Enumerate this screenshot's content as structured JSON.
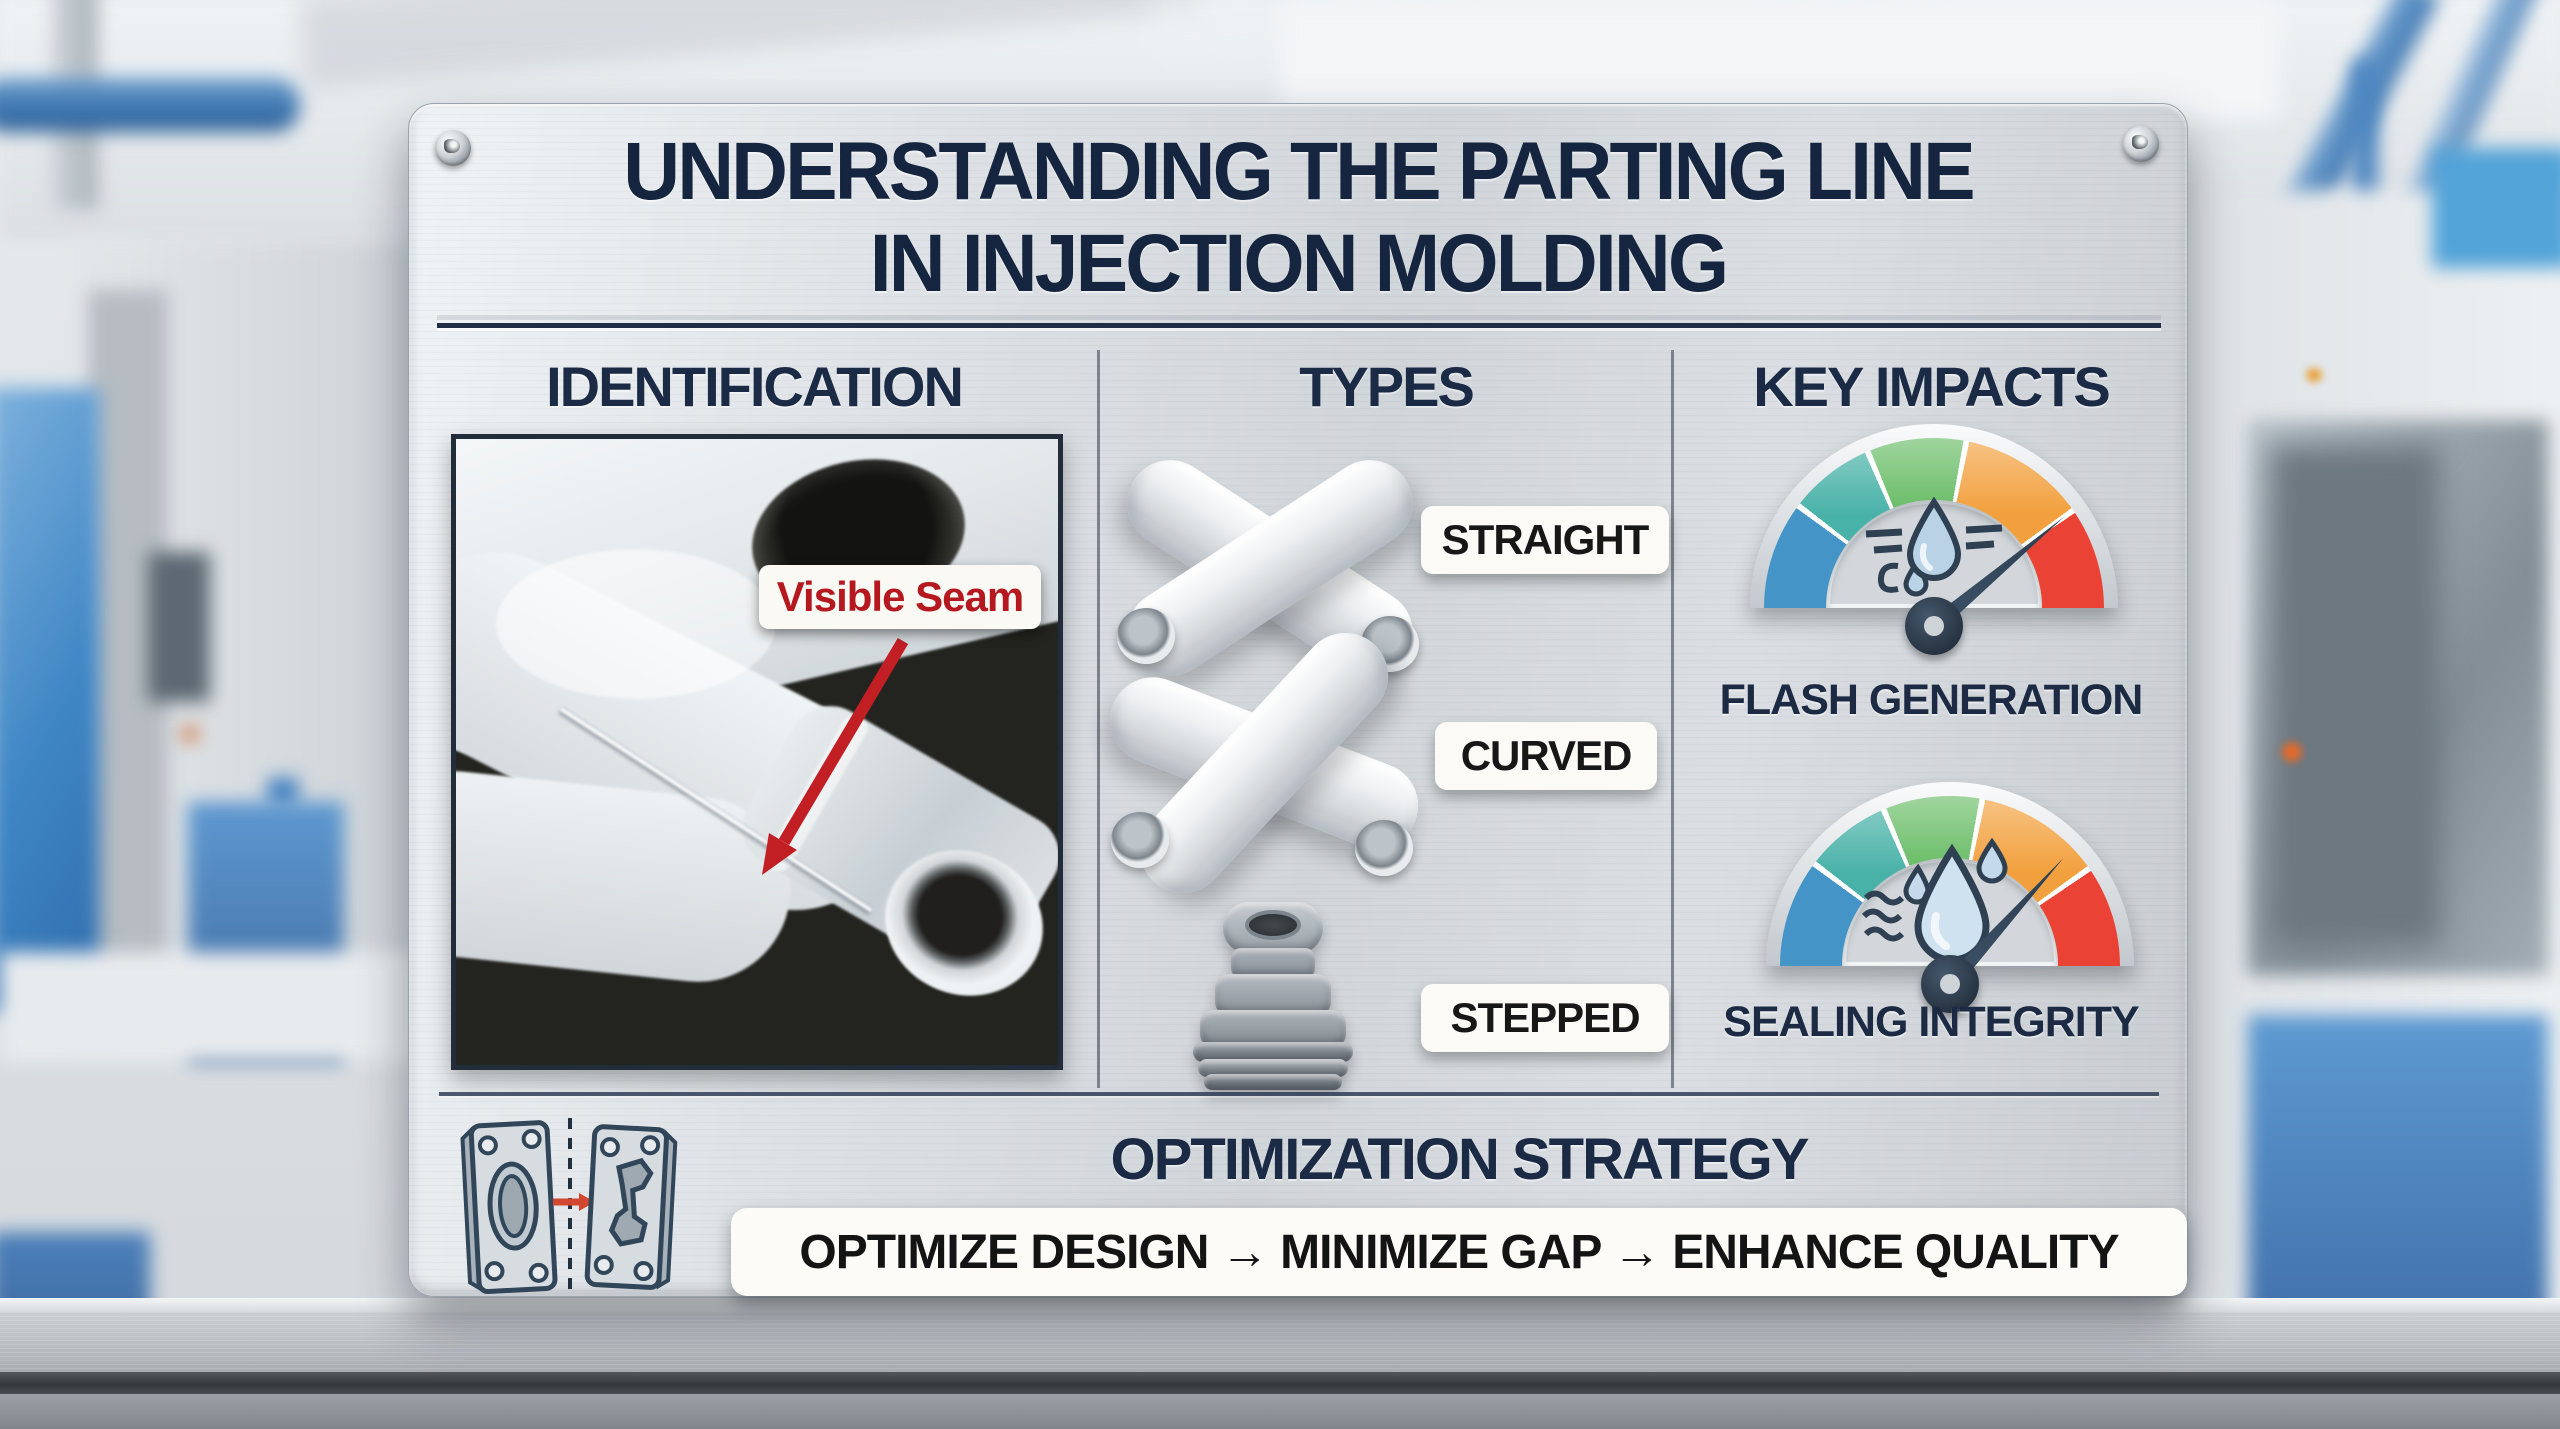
{
  "panel": {
    "title_line1": "UNDERSTANDING THE PARTING LINE",
    "title_line2": "IN INJECTION MOLDING"
  },
  "identification": {
    "header": "IDENTIFICATION",
    "callout": "Visible Seam"
  },
  "types": {
    "header": "TYPES",
    "items": [
      {
        "label": "STRAIGHT",
        "shape": "cross-fitting"
      },
      {
        "label": "CURVED",
        "shape": "cross-fitting"
      },
      {
        "label": "STEPPED",
        "shape": "stepped-plug"
      }
    ]
  },
  "key_impacts": {
    "header": "KEY IMPACTS",
    "items": [
      {
        "label": "FLASH GENERATION",
        "icon": "gauge-droplet-dashes",
        "needle_deg": 50
      },
      {
        "label": "SEALING INTEGRITY",
        "icon": "gauge-droplets-waves",
        "needle_deg": 42
      }
    ]
  },
  "optimization": {
    "header": "OPTIMIZATION STRATEGY",
    "banner": "OPTIMIZE DESIGN → MINIMIZE GAP → ENHANCE QUALITY"
  },
  "colors": {
    "heading_navy": "#1b2a45",
    "callout_red": "#b5181e",
    "label_text": "#171717",
    "needle": "#36485a",
    "gauge_segments": [
      "#4494c8",
      "#49b2a8",
      "#66bb63",
      "#f2a03d",
      "#ea4336"
    ]
  }
}
